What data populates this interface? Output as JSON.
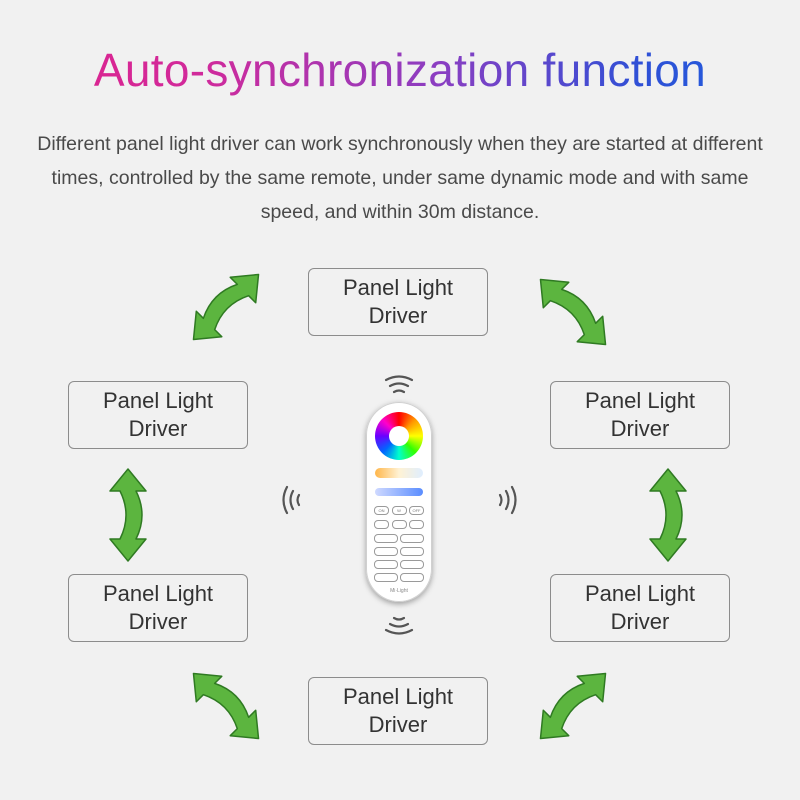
{
  "title": "Auto-synchronization function",
  "description": "Different panel light driver can work synchronously when they are started at different times, controlled by the same remote, under same dynamic mode and with same speed, and within 30m distance.",
  "nodes": [
    {
      "label": "Panel Light Driver"
    },
    {
      "label": "Panel Light Driver"
    },
    {
      "label": "Panel Light Driver"
    },
    {
      "label": "Panel Light Driver"
    },
    {
      "label": "Panel Light Driver"
    },
    {
      "label": "Panel Light Driver"
    }
  ],
  "remote": {
    "buttons_row": [
      "ON",
      "W",
      "OFF"
    ],
    "brand": "Mi·Light"
  },
  "colors": {
    "arrow_fill": "#5cb53f",
    "arrow_stroke": "#2f7a22",
    "title_gradient_start": "#e0218a",
    "title_gradient_end": "#1b63e0"
  },
  "icons": {
    "sync_arrows": "curved-double-arrow-icon",
    "signal": "wireless-signal-icon"
  }
}
